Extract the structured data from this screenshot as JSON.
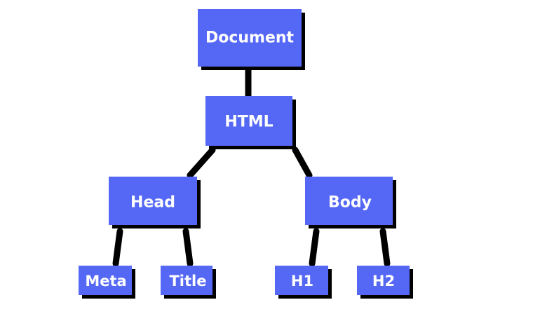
{
  "colors": {
    "node_fill": "#5468f5",
    "node_shadow": "#000000",
    "edge": "#000000",
    "label": "#ffffff"
  },
  "nodes": [
    {
      "id": "document",
      "label": "Document"
    },
    {
      "id": "html",
      "label": "HTML"
    },
    {
      "id": "head",
      "label": "Head"
    },
    {
      "id": "body",
      "label": "Body"
    },
    {
      "id": "meta",
      "label": "Meta"
    },
    {
      "id": "title",
      "label": "Title"
    },
    {
      "id": "h1",
      "label": "H1"
    },
    {
      "id": "h2",
      "label": "H2"
    }
  ],
  "edges": [
    {
      "from": "document",
      "to": "html"
    },
    {
      "from": "html",
      "to": "head"
    },
    {
      "from": "html",
      "to": "body"
    },
    {
      "from": "head",
      "to": "meta"
    },
    {
      "from": "head",
      "to": "title"
    },
    {
      "from": "body",
      "to": "h1"
    },
    {
      "from": "body",
      "to": "h2"
    }
  ]
}
